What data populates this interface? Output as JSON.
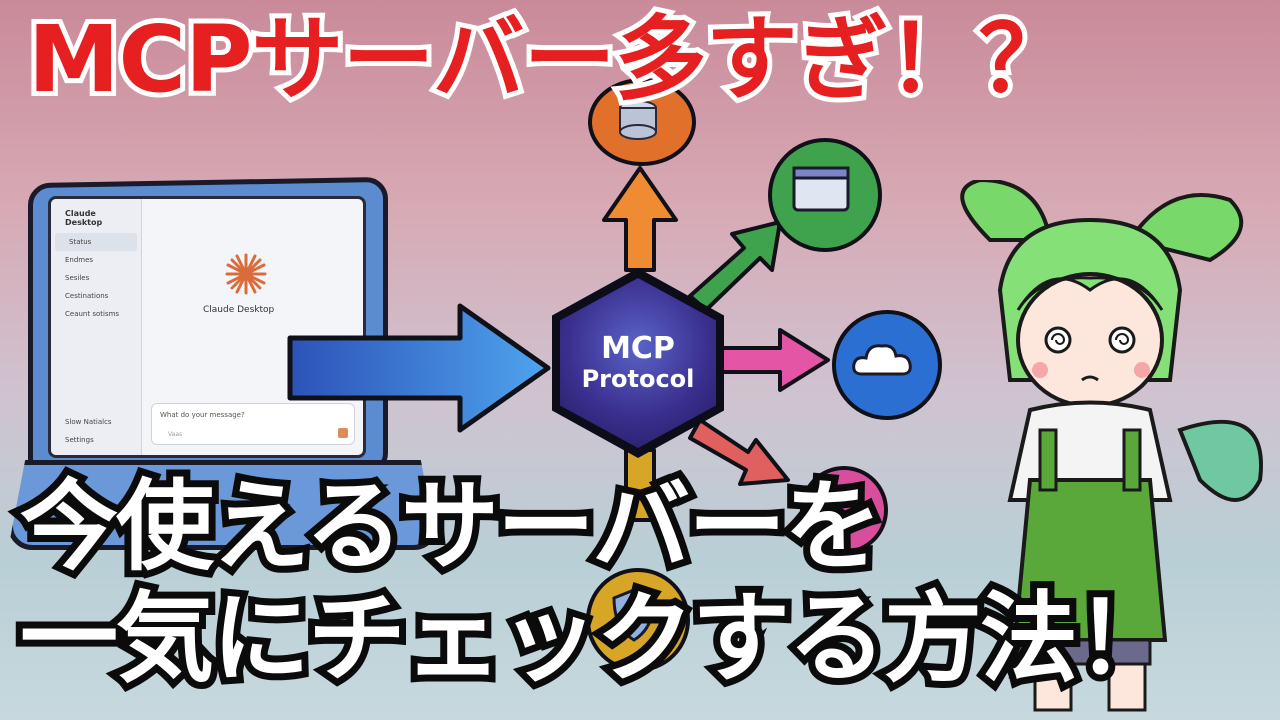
{
  "headline": {
    "top": "MCPサーバー多すぎ！？",
    "bottom_line1": "今使えるサーバーを",
    "bottom_line2": "一気にチェックする方法！"
  },
  "hub": {
    "line1": "MCP",
    "line2": "Protocol"
  },
  "laptop_app": {
    "sidebar_title": "Claude Desktop",
    "sidebar_items": [
      "Status",
      "Endmes",
      "Sesiles",
      "Cestinations",
      "Ceaunt sotisms"
    ],
    "sidebar_bottom": [
      "Slow Natialcs",
      "Settings"
    ],
    "center_title": "Claude Desktop",
    "message_placeholder": "What do your message?",
    "message_sub": "Vaas"
  },
  "nodes": {
    "top": "database-icon",
    "upper_right": "browser-window-icon",
    "right": "cloud-icon",
    "lower_right": "pink-node-icon",
    "bottom": "shield-icon"
  },
  "colors": {
    "headline_red": "#e62020",
    "arrow_blue": "#3a7fd9",
    "hub_purple": "#3a2f8e",
    "node_green": "#3fa34d",
    "node_blue": "#2a6fd1",
    "node_orange": "#e0702a",
    "node_pink": "#d94e9c",
    "node_gold": "#d8a626"
  }
}
